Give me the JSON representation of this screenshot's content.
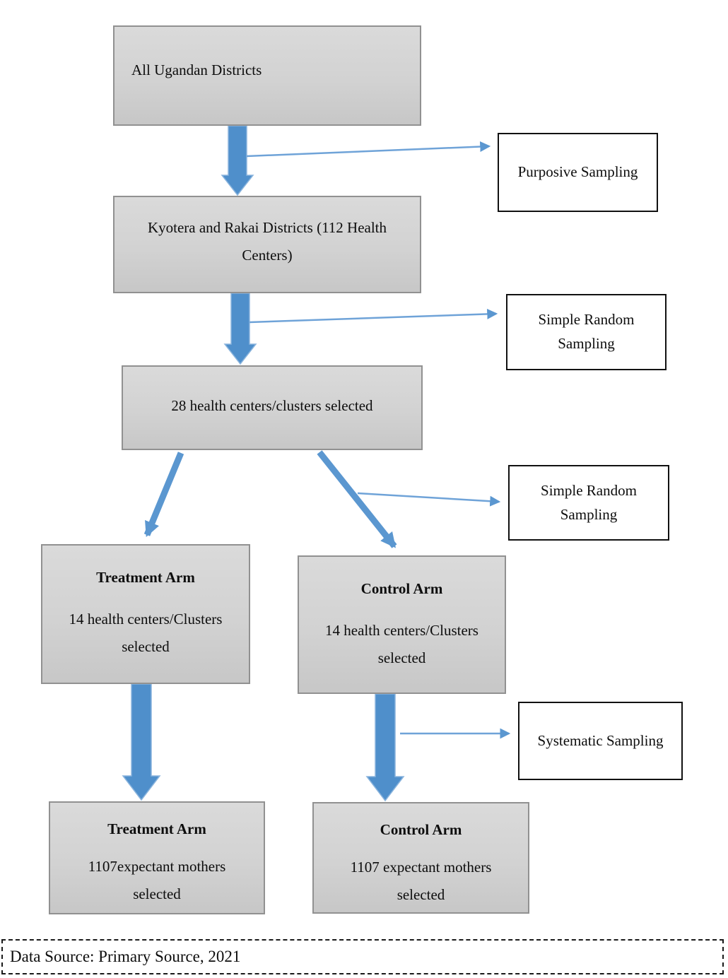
{
  "diagram": {
    "nodes": {
      "all_districts": "All Ugandan Districts",
      "kyotera": "Kyotera and Rakai Districts (112 Health Centers)",
      "clusters28": "28 health centers/clusters selected",
      "treatment_arm": {
        "title": "Treatment Arm",
        "body": "14 health centers/Clusters selected"
      },
      "control_arm": {
        "title": "Control Arm",
        "body": "14 health centers/Clusters selected"
      },
      "treatment_mothers": {
        "title": "Treatment Arm",
        "body": "1107expectant mothers selected"
      },
      "control_mothers": {
        "title": "Control Arm",
        "body": "1107 expectant mothers selected"
      }
    },
    "sampling_labels": {
      "purposive": "Purposive Sampling",
      "simple_random_1": "Simple Random Sampling",
      "simple_random_2": "Simple Random Sampling",
      "systematic": "Systematic Sampling"
    },
    "footer": "Data Source: Primary Source, 2021",
    "colors": {
      "node_fill": "#d2d2d2",
      "node_border": "#919191",
      "thick_arrow_blue": "#4f8fcb",
      "thin_arrow_blue": "#6fa3d8",
      "label_border": "#111111"
    }
  }
}
